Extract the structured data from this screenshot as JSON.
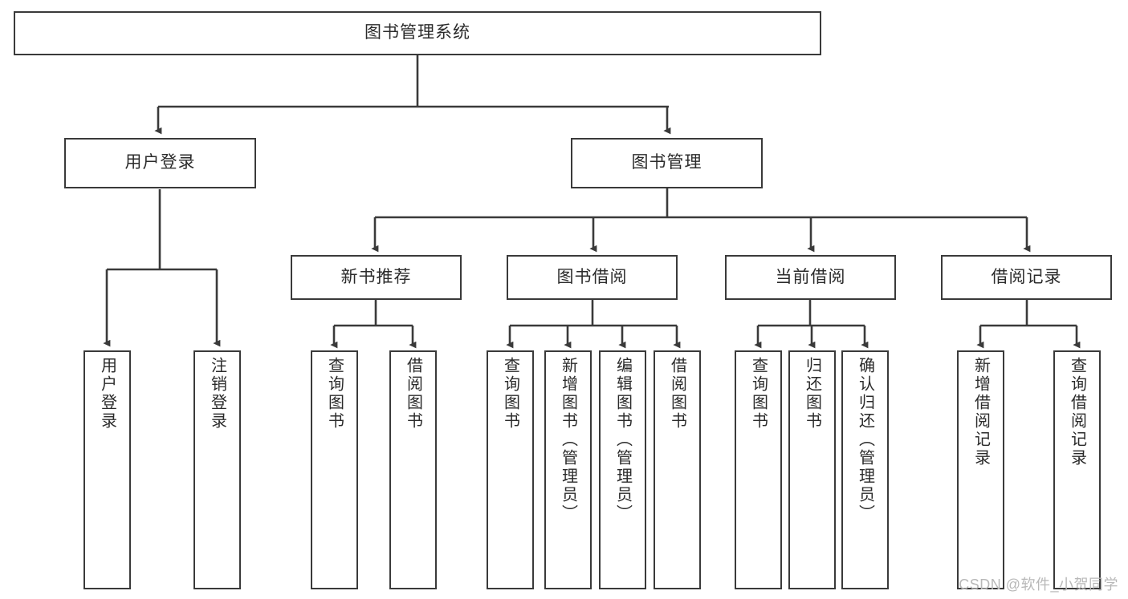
{
  "diagram": {
    "type": "tree",
    "title": "图书管理系统",
    "watermark": "CSDN @软件_小贺同学",
    "colors": {
      "box_border": "#3a3a3a",
      "text": "#2b2b2b",
      "background": "#ffffff",
      "watermark": "#b8b8b8"
    },
    "root": {
      "label": "图书管理系统"
    },
    "level2": [
      {
        "label": "用户登录"
      },
      {
        "label": "图书管理"
      }
    ],
    "level3": [
      {
        "label": "新书推荐"
      },
      {
        "label": "图书借阅"
      },
      {
        "label": "当前借阅"
      },
      {
        "label": "借阅记录"
      }
    ],
    "leaves": {
      "user_login": [
        {
          "label": "用户登录"
        },
        {
          "label": "注销登录"
        }
      ],
      "new_book_recommend": [
        {
          "label": "查询图书"
        },
        {
          "label": "借阅图书"
        }
      ],
      "book_borrow": [
        {
          "label": "查询图书"
        },
        {
          "label": "新增图书（管理员）"
        },
        {
          "label": "编辑图书（管理员）"
        },
        {
          "label": "借阅图书"
        }
      ],
      "current_borrow": [
        {
          "label": "查询图书"
        },
        {
          "label": "归还图书"
        },
        {
          "label": "确认归还（管理员）"
        }
      ],
      "borrow_record": [
        {
          "label": "新增借阅记录"
        },
        {
          "label": "查询借阅记录"
        }
      ]
    }
  }
}
